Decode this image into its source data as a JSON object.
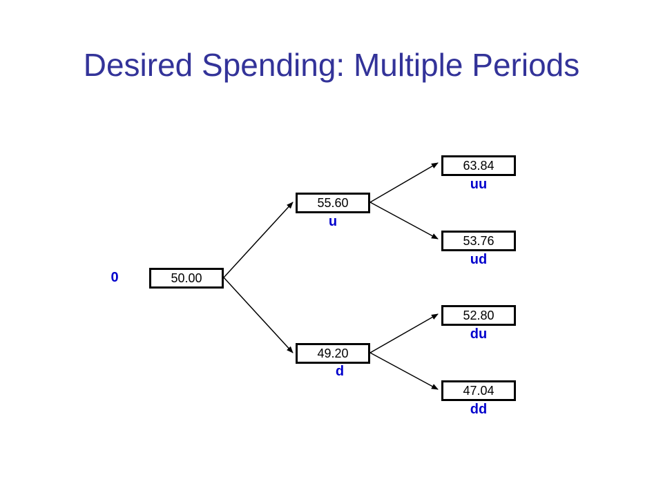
{
  "slide": {
    "title": "Desired Spending: Multiple Periods"
  },
  "tree": {
    "period_label": "0",
    "root": {
      "value": "50.00"
    },
    "up": {
      "value": "55.60",
      "label": "u"
    },
    "down": {
      "value": "49.20",
      "label": "d"
    },
    "up_up": {
      "value": "63.84",
      "label": "uu"
    },
    "up_down": {
      "value": "53.76",
      "label": "ud"
    },
    "down_up": {
      "value": "52.80",
      "label": "du"
    },
    "down_down": {
      "value": "47.04",
      "label": "dd"
    }
  },
  "colors": {
    "title": "#333399",
    "labels": "#0000cc",
    "box_border": "#000000",
    "edges": "#000000"
  }
}
